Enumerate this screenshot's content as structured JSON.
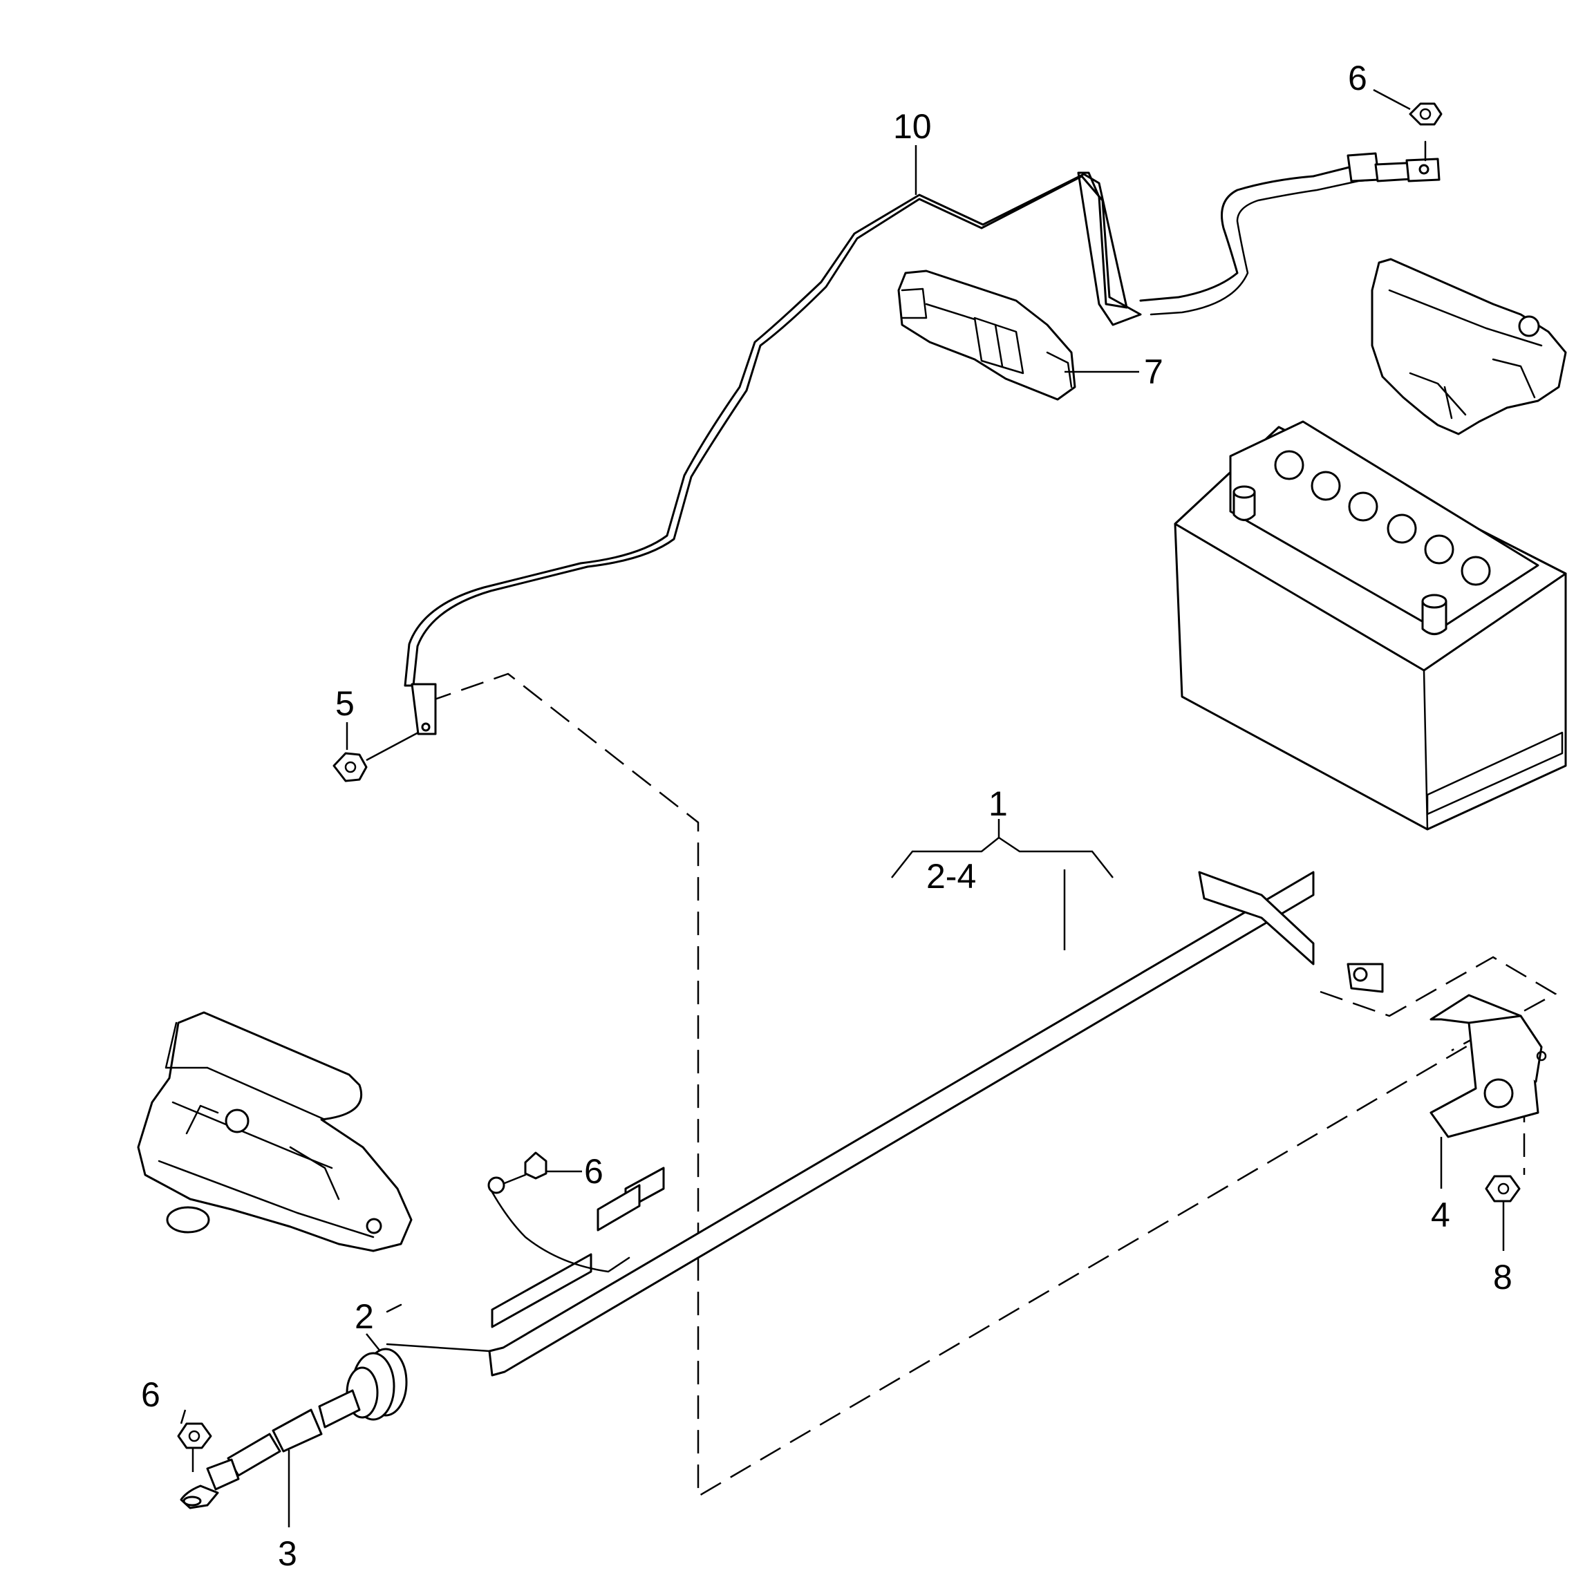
{
  "diagram": {
    "callouts": {
      "c1": "1",
      "c2_4": "2-4",
      "c2": "2",
      "c3": "3",
      "c4": "4",
      "c5": "5",
      "c6_top": "6",
      "c6_mid": "6",
      "c6_left": "6",
      "c7": "7",
      "c8": "8",
      "c10": "10"
    },
    "colors": {
      "line": "#000000",
      "background": "#ffffff"
    }
  }
}
